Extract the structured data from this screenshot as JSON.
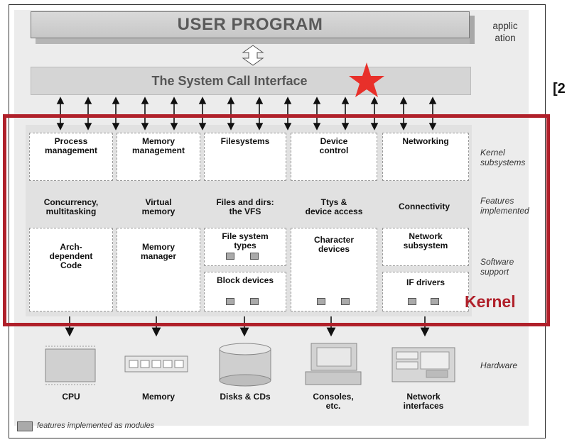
{
  "user_program": "USER PROGRAM",
  "application_label": [
    "applic",
    "ation"
  ],
  "system_call_interface": "The System Call Interface",
  "bracket_fragment": "[2",
  "side_labels": {
    "kernel_subsystems": [
      "Kernel",
      "subsystems"
    ],
    "features_implemented": [
      "Features",
      "implemented"
    ],
    "software_support": [
      "Software",
      "support"
    ],
    "hardware": "Hardware"
  },
  "subsystems": [
    [
      "Process",
      "management"
    ],
    [
      "Memory",
      "management"
    ],
    [
      "Filesystems"
    ],
    [
      "Device",
      "control"
    ],
    [
      "Networking"
    ]
  ],
  "features": [
    [
      "Concurrency,",
      "multitasking"
    ],
    [
      "Virtual",
      "memory"
    ],
    [
      "Files and dirs:",
      "the VFS"
    ],
    [
      "Ttys &",
      "device access"
    ],
    [
      "Connectivity"
    ]
  ],
  "software": {
    "arch": [
      "Arch-",
      "dependent",
      "Code"
    ],
    "memory_manager": [
      "Memory",
      "manager"
    ],
    "fs_types": [
      "File system",
      "types"
    ],
    "block_devices": "Block devices",
    "char_devices": [
      "Character",
      "devices"
    ],
    "net_subsystem": [
      "Network",
      "subsystem"
    ],
    "if_drivers": "IF drivers"
  },
  "hardware_items": [
    [
      "CPU"
    ],
    [
      "Memory"
    ],
    [
      "Disks & CDs"
    ],
    [
      "Consoles,",
      "etc."
    ],
    [
      "Network",
      "interfaces"
    ]
  ],
  "kernel_label": "Kernel",
  "legend_text": "features implemented as modules",
  "colors": {
    "kernel_outline": "#b0202a",
    "star": "#e8302a"
  },
  "icons": [
    "star-icon",
    "double-arrow-icon",
    "cpu-icon",
    "memory-chip-icon",
    "disk-icon",
    "console-icon",
    "network-card-icon"
  ]
}
